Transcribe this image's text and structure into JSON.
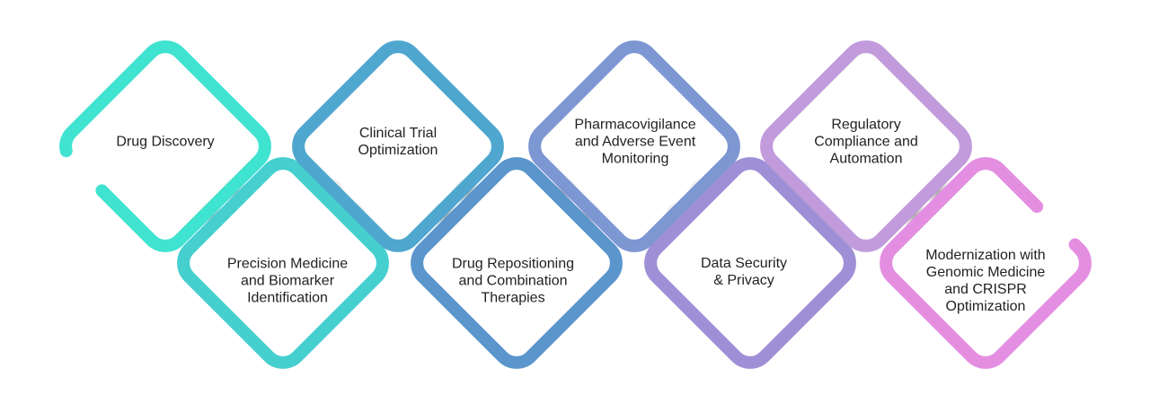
{
  "steps": [
    {
      "lines": [
        "Drug Discovery"
      ],
      "color": "#3fe3d0"
    },
    {
      "lines": [
        "Precision Medicine",
        "and Biomarker",
        "Identification"
      ],
      "color": "#45cfcf"
    },
    {
      "lines": [
        "Clinical Trial",
        "Optimization"
      ],
      "color": "#4fa7cf"
    },
    {
      "lines": [
        "Drug Repositioning",
        "and Combination",
        "Therapies"
      ],
      "color": "#5a96cc"
    },
    {
      "lines": [
        "Pharmacovigilance",
        "and Adverse Event",
        "Monitoring"
      ],
      "color": "#7d97d3"
    },
    {
      "lines": [
        "Data Security",
        "& Privacy"
      ],
      "color": "#9f8fd6"
    },
    {
      "lines": [
        "Regulatory",
        "Compliance and",
        "Automation"
      ],
      "color": "#c29bdd"
    },
    {
      "lines": [
        "Modernization with",
        "Genomic Medicine",
        "and CRISPR",
        "Optimization"
      ],
      "color": "#e48ee2"
    }
  ]
}
